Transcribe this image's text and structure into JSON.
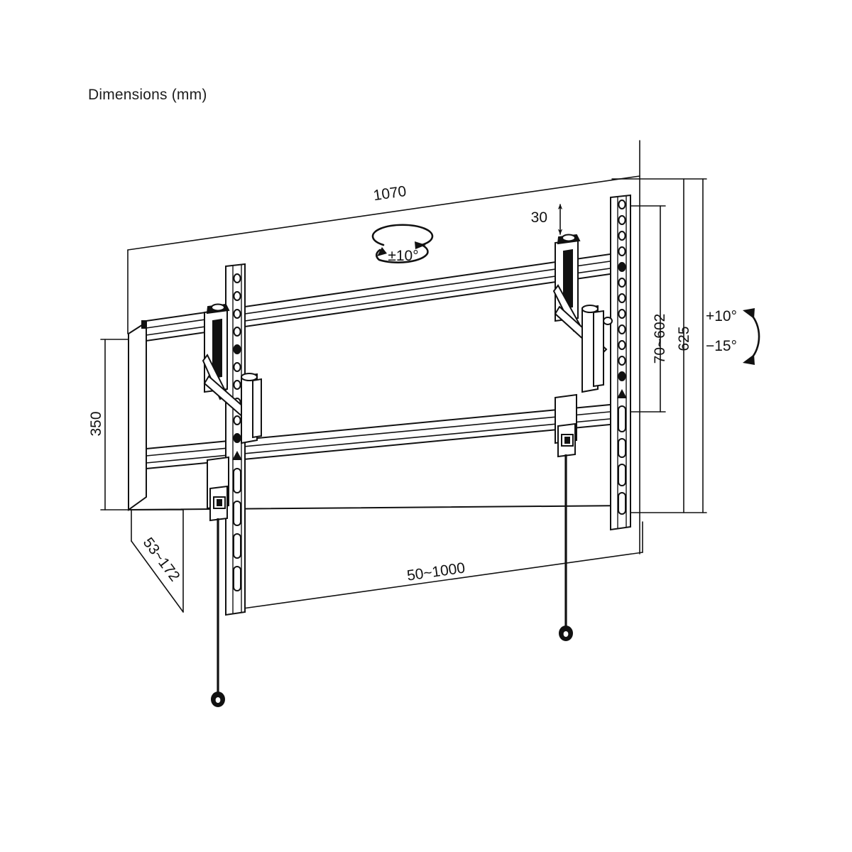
{
  "title": "Dimensions (mm)",
  "units": "mm",
  "colors": {
    "line": "#111111",
    "background": "#ffffff",
    "text": "#1d1d1d"
  },
  "dimensions": {
    "width_overall": "1070",
    "top_offset": "30",
    "height_overall": "625",
    "mount_height_range": "70~602",
    "panel_height": "350",
    "depth_range": "53~172",
    "mount_width_range": "50~1000"
  },
  "annotations": {
    "swivel": "±10°",
    "tilt_up": "+10°",
    "tilt_down": "−15°"
  },
  "labels": {
    "width_overall": "1070",
    "top_offset": "30",
    "height_overall": "625",
    "mount_height_range": "70~602",
    "panel_height": "350",
    "depth_range": "53~172",
    "mount_width_range": "50~1000",
    "swivel": "±10°",
    "tilt_up": "+10°",
    "tilt_down": "−15°"
  }
}
